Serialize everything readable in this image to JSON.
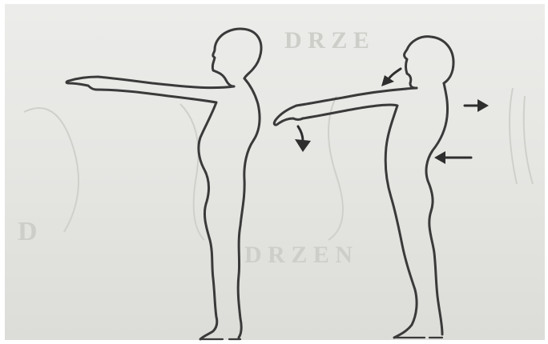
{
  "image": {
    "border_color": "#ffffff",
    "paper_color": "#e8e8e5",
    "line_color": "#3a3a3a"
  },
  "figures": [
    {
      "name": "upright-posture-figure"
    },
    {
      "name": "slouched-posture-figure"
    }
  ],
  "arrows": [
    {
      "name": "head-forward-arrow"
    },
    {
      "name": "hands-down-arrow"
    },
    {
      "name": "back-push-arrow"
    },
    {
      "name": "abdomen-push-arrow"
    }
  ]
}
